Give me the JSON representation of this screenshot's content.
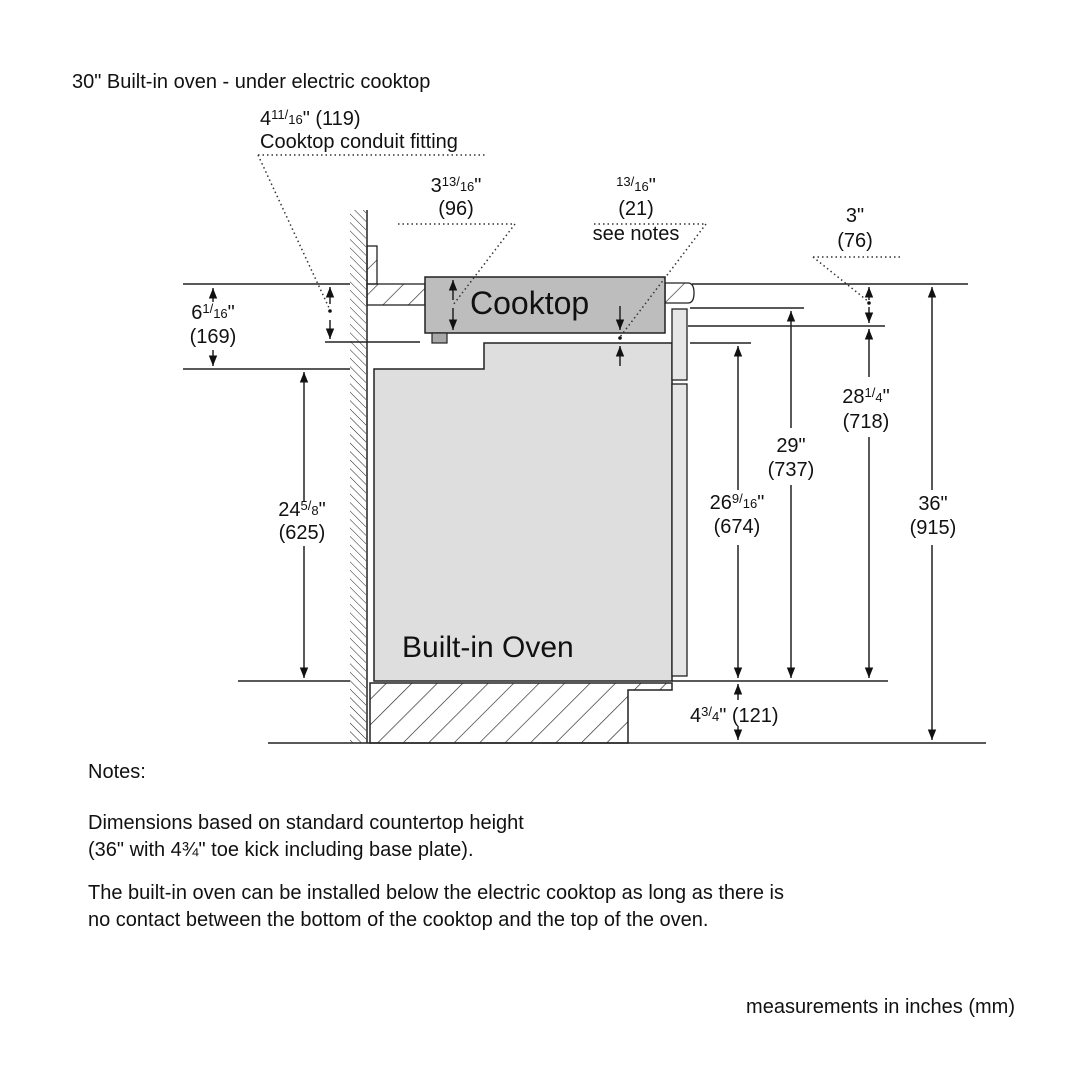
{
  "title": "30\" Built-in oven - under electric cooktop",
  "labels": {
    "cooktop": "Cooktop",
    "oven": "Built-in Oven"
  },
  "dimensions": {
    "conduit": {
      "whole": "4",
      "num": "11",
      "den": "16",
      "mm": "(119)",
      "caption": "Cooktop conduit fitting"
    },
    "cooktop_height": {
      "whole": "3",
      "num": "13",
      "den": "16",
      "mm": "(96)"
    },
    "gap": {
      "whole": "",
      "num": "13",
      "den": "16",
      "mm": "(21)",
      "caption": "see notes"
    },
    "counter_edge": {
      "whole": "3\"",
      "mm": "(76)"
    },
    "cutout_depth": {
      "whole": "6",
      "num": "1",
      "den": "16",
      "mm": "(169)"
    },
    "oven_height": {
      "whole": "24",
      "num": "5",
      "den": "8",
      "mm": "(625)"
    },
    "oven_top": {
      "whole": "26",
      "num": "9",
      "den": "16",
      "mm": "(674)"
    },
    "h29": {
      "whole": "29\"",
      "mm": "(737)"
    },
    "h28": {
      "whole": "28",
      "num": "1",
      "den": "4",
      "mm": "(718)"
    },
    "h36": {
      "whole": "36\"",
      "mm": "(915)"
    },
    "toe_kick": {
      "whole": "4",
      "num": "3",
      "den": "4",
      "mm": "(121)"
    }
  },
  "notes": {
    "heading": "Notes:",
    "p1_l1": "Dimensions based on standard countertop height",
    "p1_l2": "(36\" with 4¾\" toe kick including base plate).",
    "p2_l1": "The built-in oven can be installed below the electric cooktop as long as there is",
    "p2_l2": "no contact between the bottom of the cooktop and the top of the oven."
  },
  "footer": "measurements in inches (mm)"
}
